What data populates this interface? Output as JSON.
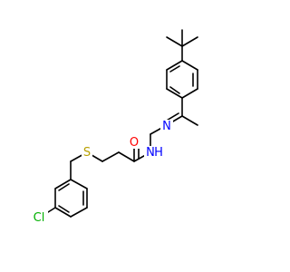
{
  "molecule": {
    "atoms": {
      "O": {
        "text": "O",
        "color": "#ff0000"
      },
      "N1": {
        "text": "N",
        "color": "#0000ff"
      },
      "H": {
        "text": "H",
        "color": "#0000ff"
      },
      "N2": {
        "text": "N",
        "color": "#0000ff"
      },
      "S": {
        "text": "S",
        "color": "#b8a000"
      },
      "Cl": {
        "text": "Cl",
        "color": "#00b000"
      }
    },
    "bond_color": "#000000",
    "background": "#ffffff"
  }
}
